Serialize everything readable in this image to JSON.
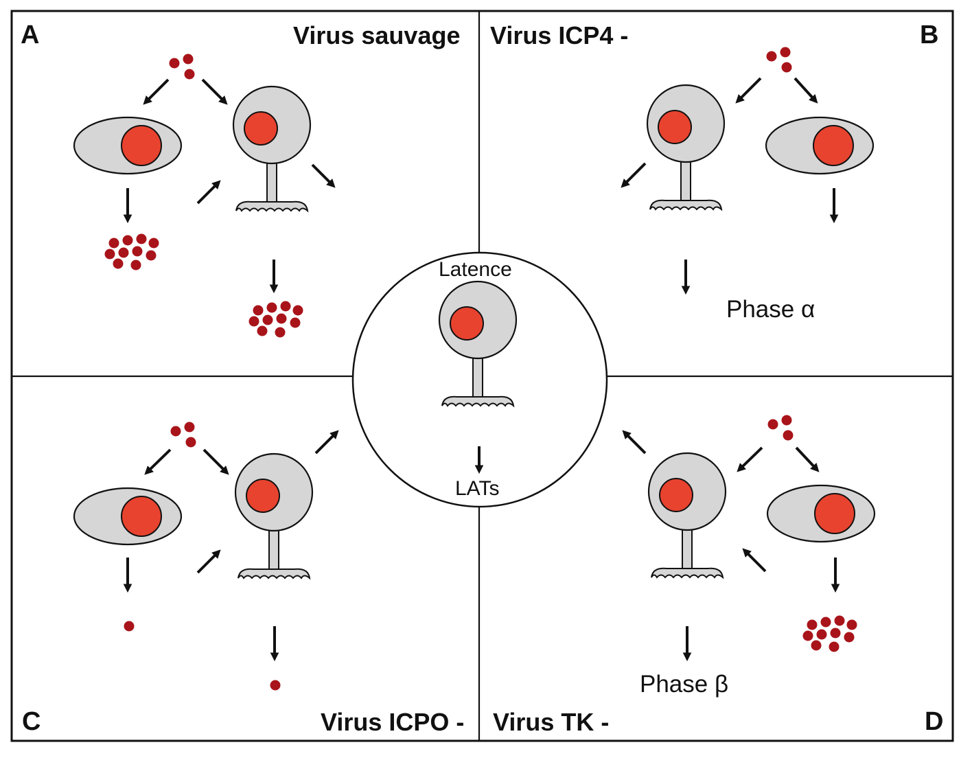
{
  "panels": {
    "A": {
      "letter": "A",
      "title": "Virus sauvage"
    },
    "B": {
      "letter": "B",
      "title": "Virus ICP4 -"
    },
    "C": {
      "letter": "C",
      "title": "Virus ICPO -"
    },
    "D": {
      "letter": "D",
      "title": "Virus TK -"
    }
  },
  "phases": {
    "alpha": "Phase α",
    "beta": "Phase β"
  },
  "center": {
    "top_label": "Latence",
    "bottom_label": "LATs"
  },
  "colors": {
    "cell_fill": "#d6d6d6",
    "nucleus": "#e8432f",
    "virion": "#a8141a",
    "stroke": "#111111"
  }
}
